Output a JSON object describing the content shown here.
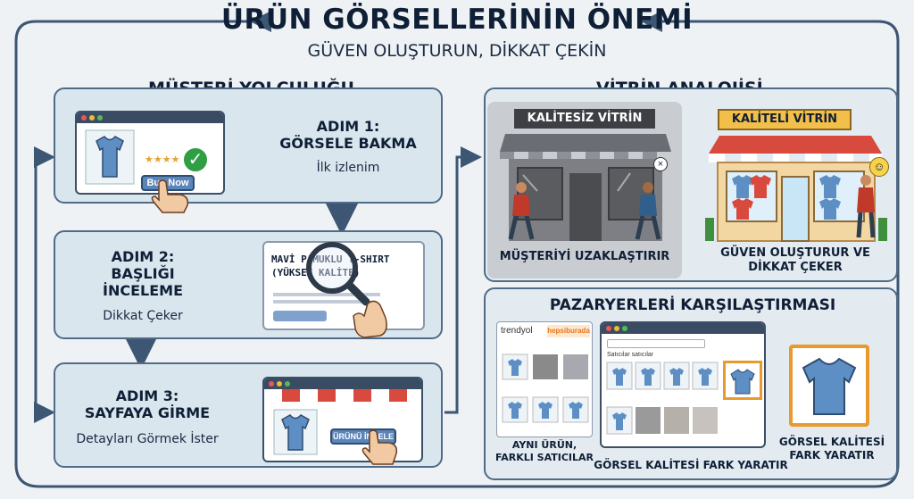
{
  "header": {
    "title": "ÜRÜN GÖRSELLERİNİN ÖNEMİ",
    "subtitle": "GÜVEN OLUŞTURUN, DİKKAT ÇEKİN"
  },
  "journey": {
    "title": "MÜŞTERİ YOLCULUĞU",
    "buy_button": "Buy Now",
    "steps": [
      {
        "title": "ADIM 1:\nGÖRSELE BAKMA",
        "caption": "İlk izlenim"
      },
      {
        "title": "ADIM 2:\nBAŞLIĞI\nİNCELEME",
        "caption": "Dikkat Çeker"
      },
      {
        "title": "ADIM 3:\nSAYFAYA GİRME",
        "caption": "Detayları Görmek İster"
      }
    ],
    "product_title": "MAVİ PAMUKLU T-SHIRT\n(YÜKSEK KALİTE)",
    "cta_button": "ÜRÜNÜ İNCELE"
  },
  "vitrin": {
    "title": "VİTRİN ANALOJİSİ",
    "bad_sign": "KALİTESİZ VİTRİN",
    "good_sign": "KALİTELİ VİTRİN",
    "bad_caption": "MÜŞTERİYİ UZAKLAŞTIRIR",
    "good_caption": "GÜVEN OLUŞTURUR VE\nDİKKAT ÇEKER"
  },
  "market": {
    "title": "PAZARYERLERİ KARŞILAŞTIRMASI",
    "brand1": "trendyol",
    "brand2": "hepsiburada",
    "sellers_label": "Satıcılar satıcılar",
    "left_caption": "AYNI ÜRÜN,\nFARKLI SATICILAR",
    "center_caption": "GÖRSEL KALİTESİ FARK YARATIR",
    "right_caption": "GÖRSEL KALİTESİ\nFARK YARATIR"
  },
  "colors": {
    "accent_orange": "#e89a2c",
    "accent_blue": "#4b78a8",
    "check_green": "#2f9e44"
  }
}
